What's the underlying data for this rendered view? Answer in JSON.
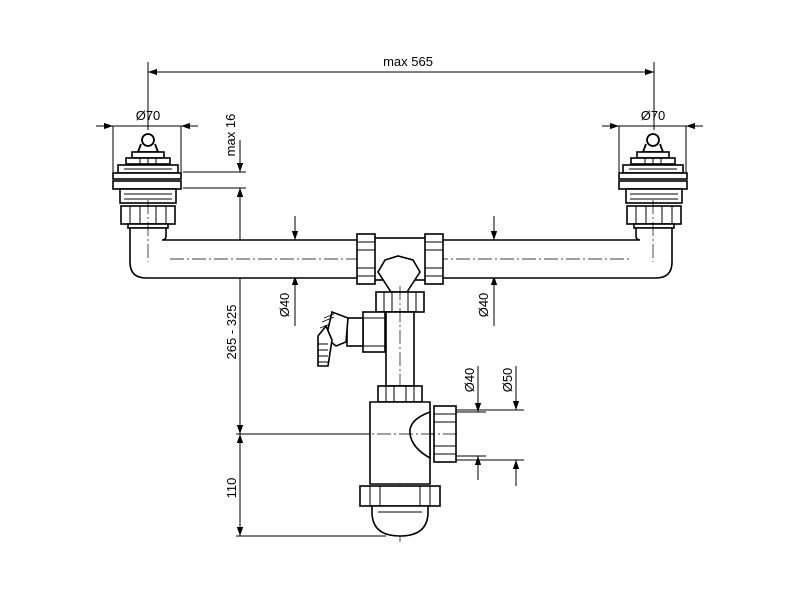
{
  "dimensions": {
    "width_max": "max 565",
    "left_outlet_diameter": "Ø70",
    "right_outlet_diameter": "Ø70",
    "flange_height": "max 16",
    "pipe_left_diameter": "Ø40",
    "pipe_right_diameter": "Ø40",
    "overall_height": "265 - 325",
    "outlet_inner_diameter": "Ø40",
    "outlet_outer_diameter": "Ø50",
    "trap_height": "110"
  }
}
